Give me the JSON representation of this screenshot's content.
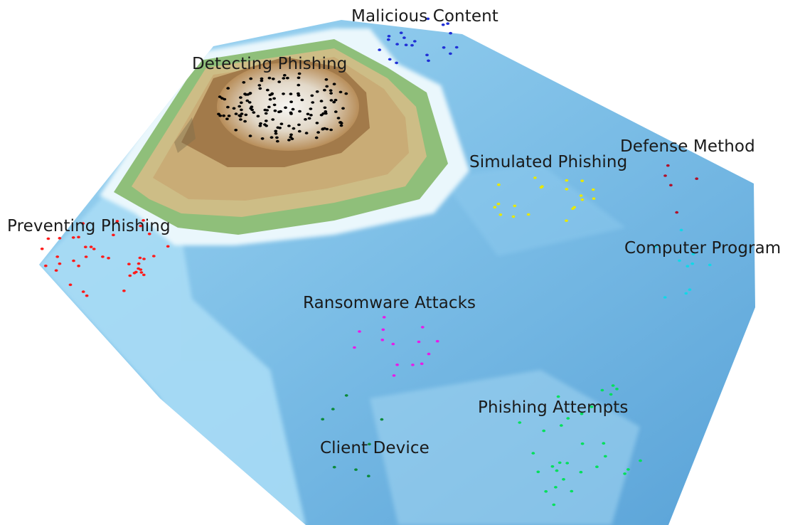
{
  "map": {
    "type": "topic-landscape",
    "colors": {
      "water_deep": "#5aa3d8",
      "water_light": "#a9dcf5",
      "coast": "#eaf7fc",
      "lowland": "#8fbf7a",
      "highland": "#cdbd86",
      "mountain": "#a27a4a",
      "peak": "#f4f2ee"
    },
    "clusters": [
      {
        "id": "malicious",
        "label": "Malicious Content",
        "color": "#1f2fd6"
      },
      {
        "id": "detecting",
        "label": "Detecting Phishing",
        "color": "#000000"
      },
      {
        "id": "defense",
        "label": "Defense Method",
        "color": "#b0102a"
      },
      {
        "id": "simulated",
        "label": "Simulated Phishing",
        "color": "#e8e800"
      },
      {
        "id": "preventing",
        "label": "Preventing Phishing",
        "color": "#ff1a1a"
      },
      {
        "id": "computer",
        "label": "Computer Program",
        "color": "#10d8e8"
      },
      {
        "id": "ransomware",
        "label": "Ransomware Attacks",
        "color": "#e81ae8"
      },
      {
        "id": "phishing_attempts",
        "label": "Phishing Attempts",
        "color": "#00e05a"
      },
      {
        "id": "client",
        "label": "Client Device",
        "color": "#0b8a3a"
      }
    ]
  }
}
